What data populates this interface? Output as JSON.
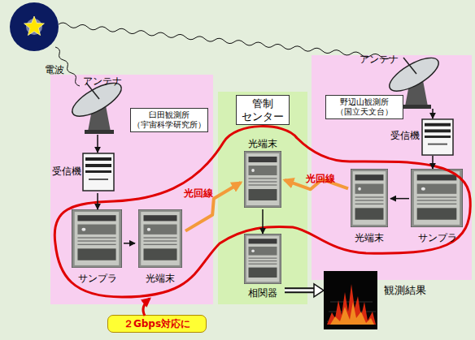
{
  "diagram": {
    "nodes": [
      {
        "text": [
          "臼田観測所 （宇宙科学研究所）"
        ]
      },
      {
        "text": [
          "アンテナ"
        ],
        "in": 0
      },
      {
        "text": [
          "受信機"
        ],
        "in": 0
      },
      {
        "text": [
          "サンプラ"
        ],
        "in": 0
      },
      {
        "text": [
          "光端末"
        ],
        "in": 0
      },
      {
        "text": [
          "管制 センター"
        ]
      },
      {
        "text": [
          "光端末"
        ],
        "in": 5
      },
      {
        "text": [
          "相関器"
        ],
        "in": 5
      },
      {
        "text": [
          "野辺山観測所 （国立天文台）"
        ]
      },
      {
        "text": [
          "アンテナ"
        ],
        "in": 8
      },
      {
        "text": [
          "受信機"
        ],
        "in": 8
      },
      {
        "text": [
          "光端末"
        ],
        "in": 8
      },
      {
        "text": [
          "サンプラ"
        ],
        "in": 8
      },
      {
        "text": [
          "観測結果"
        ]
      },
      {
        "text": [
          "２Gbps対応に"
        ]
      }
    ],
    "edges": [
      {
        "from": 1,
        "to": 2,
        "arrow": "to"
      },
      {
        "from": 2,
        "to": 3,
        "arrow": "to"
      },
      {
        "from": 3,
        "to": 4,
        "arrow": "to"
      },
      {
        "from": 4,
        "to": 6,
        "label": "光回線",
        "arrow": "to"
      },
      {
        "from": 11,
        "to": 6,
        "label": "光回線",
        "arrow": "to"
      },
      {
        "from": 6,
        "to": 7,
        "arrow": "to"
      },
      {
        "from": 7,
        "to": 13,
        "arrow": "to"
      },
      {
        "from": 9,
        "to": 10,
        "arrow": "to"
      },
      {
        "from": 10,
        "to": 12,
        "arrow": "to"
      },
      {
        "from": 12,
        "to": 11,
        "arrow": "to"
      }
    ],
    "labels": [
      "電波"
    ]
  }
}
